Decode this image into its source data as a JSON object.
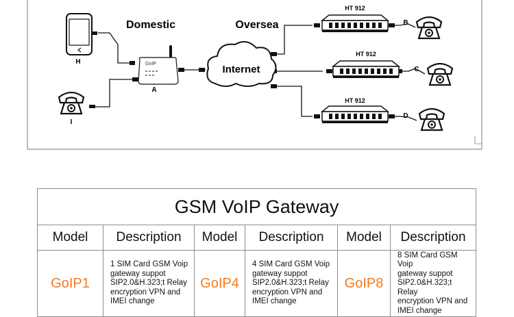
{
  "diagram": {
    "labels": {
      "domestic": "Domestic",
      "oversea": "Oversea",
      "internet": "Internet",
      "goip_device": "GoIP",
      "node_h": "H",
      "node_a": "A",
      "node_i": "I",
      "node_b": "B",
      "node_c": "C",
      "node_d": "D",
      "ht_1": "HT 912",
      "ht_2": "HT 912",
      "ht_3": "HT 912"
    }
  },
  "table": {
    "title": "GSM VoIP Gateway",
    "headers": [
      "Model",
      "Description",
      "Model",
      "Description",
      "Model",
      "Description"
    ],
    "rows": [
      {
        "model1": "GoIP1",
        "desc1": [
          "1 SIM Card GSM Voip",
          "gateway suppot",
          "SIP2.0&H.323;t Relay",
          "encryption VPN and",
          "IMEI change"
        ],
        "model2": "GoIP4",
        "desc2": [
          "4 SIM Card GSM Voip",
          "gateway suppot",
          "SIP2.0&H.323;t Relay",
          "encryption VPN and",
          "IMEI change"
        ],
        "model3": "GoIP8",
        "desc3": [
          "8 SIM Card GSM Voip",
          "gateway suppot",
          "SIP2.0&H.323;t Relay",
          "encryption VPN and",
          "IMEI change"
        ]
      }
    ],
    "model_color": "#f47a1f"
  }
}
